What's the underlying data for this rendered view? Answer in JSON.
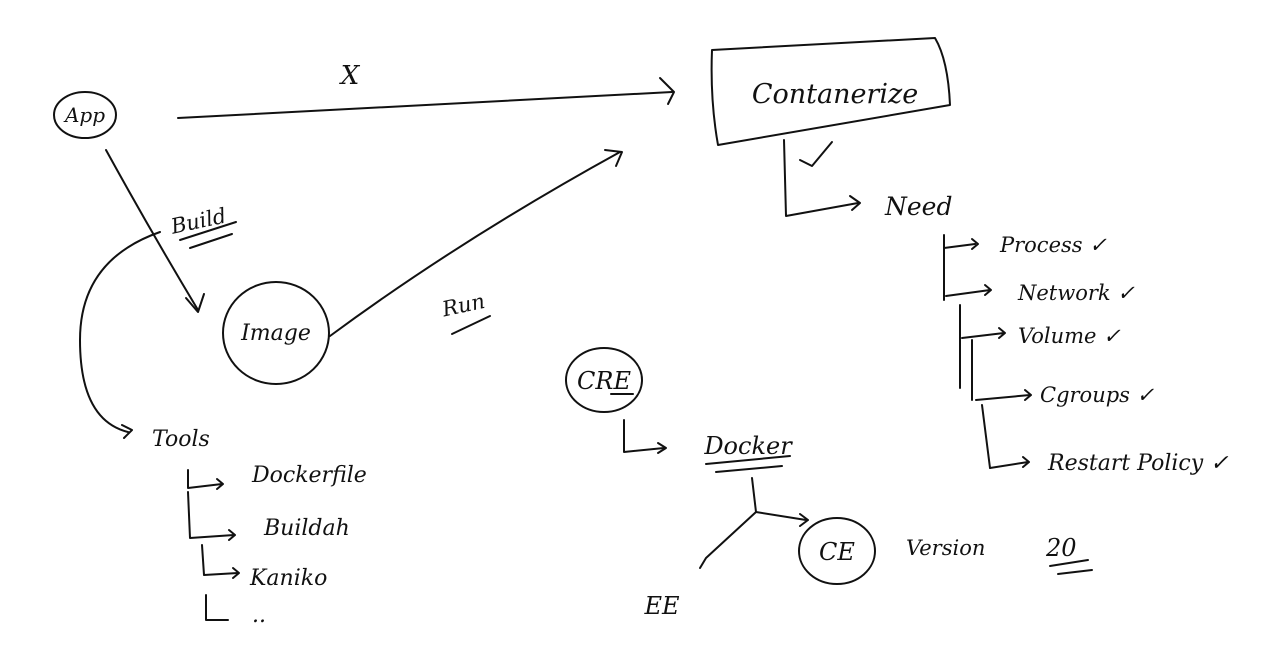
{
  "diagram": {
    "nodes": {
      "app": "App",
      "containerize": "Contanerize",
      "image": "Image",
      "cre": "CRE",
      "docker": "Docker",
      "ce": "CE",
      "ee": "EE"
    },
    "edge_labels": {
      "app_to_containerize": "X",
      "app_to_image": "Build",
      "image_to_containerize": "Run"
    },
    "need_label": "Need",
    "needs": [
      "Process ✓",
      "Network ✓",
      "Volume ✓",
      "Cgroups ✓",
      "Restart Policy ✓"
    ],
    "tools_label": "Tools",
    "tools": [
      "Dockerfile",
      "Buildah",
      "Kaniko",
      ".."
    ],
    "version_label": "Version",
    "version_value": "20"
  },
  "colors": {
    "ink": "#111111",
    "background": "#ffffff"
  }
}
